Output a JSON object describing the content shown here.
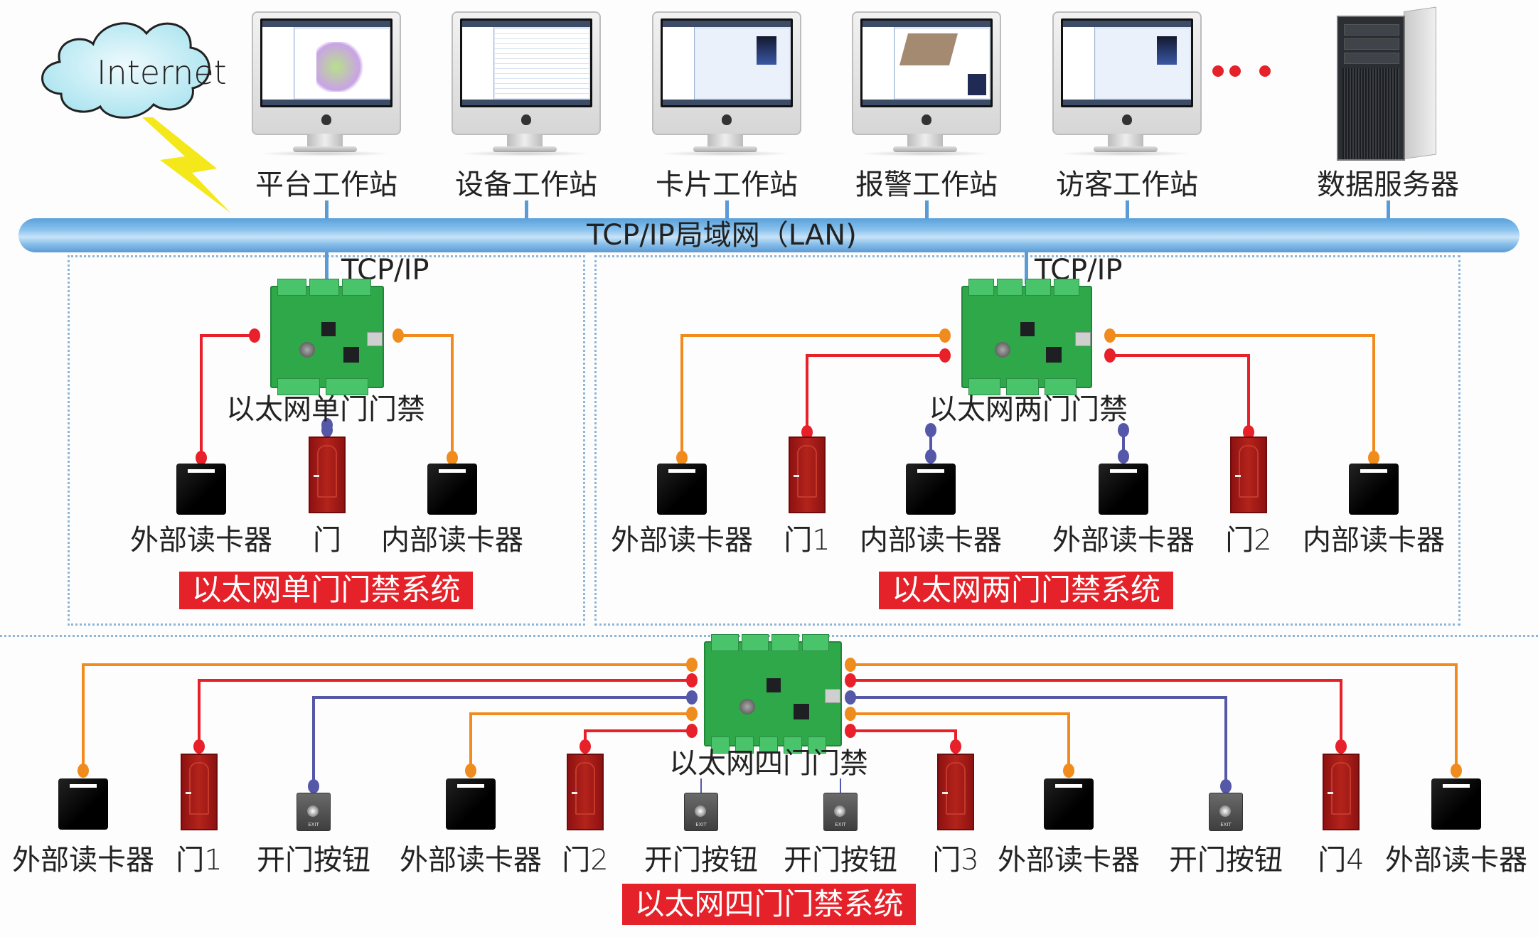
{
  "cloud": {
    "label": "Internet"
  },
  "workstations": [
    {
      "label": "平台工作站",
      "screen": "map"
    },
    {
      "label": "设备工作站",
      "screen": "table"
    },
    {
      "label": "卡片工作站",
      "screen": "card"
    },
    {
      "label": "报警工作站",
      "screen": "alarm"
    },
    {
      "label": "访客工作站",
      "screen": "card"
    }
  ],
  "more_indicator": "•• •",
  "server": {
    "label": "数据服务器"
  },
  "lan": {
    "label": "TCP/IP局域网（LAN)"
  },
  "colors": {
    "wire_red": "#e8202a",
    "wire_orange": "#f08c1e",
    "wire_blue": "#5558a8",
    "banner_red": "#e52129",
    "lan_blue": "#7fb7e6"
  },
  "single_door": {
    "link_label": "TCP/IP",
    "controller_label": "以太网单门门禁",
    "devices": [
      {
        "type": "reader",
        "label": "外部读卡器",
        "wire": "red"
      },
      {
        "type": "door",
        "label": "门",
        "wire": "blue"
      },
      {
        "type": "reader",
        "label": "内部读卡器",
        "wire": "orange"
      }
    ],
    "title": "以太网单门门禁系统"
  },
  "two_door": {
    "link_label": "TCP/IP",
    "controller_label": "以太网两门门禁",
    "devices": [
      {
        "type": "reader",
        "label": "外部读卡器",
        "wire": "orange"
      },
      {
        "type": "door",
        "label": "门1",
        "wire": "red"
      },
      {
        "type": "reader",
        "label": "内部读卡器",
        "wire": "blue"
      },
      {
        "type": "reader",
        "label": "外部读卡器",
        "wire": "blue"
      },
      {
        "type": "door",
        "label": "门2",
        "wire": "red"
      },
      {
        "type": "reader",
        "label": "内部读卡器",
        "wire": "orange"
      }
    ],
    "title": "以太网两门门禁系统"
  },
  "four_door": {
    "controller_label": "以太网四门门禁",
    "devices": [
      {
        "type": "reader",
        "label": "外部读卡器",
        "wire": "orange"
      },
      {
        "type": "door",
        "label": "门1",
        "wire": "red"
      },
      {
        "type": "button",
        "label": "开门按钮",
        "wire": "blue"
      },
      {
        "type": "reader",
        "label": "外部读卡器",
        "wire": "orange"
      },
      {
        "type": "door",
        "label": "门2",
        "wire": "red"
      },
      {
        "type": "button",
        "label": "开门按钮",
        "wire": "blue"
      },
      {
        "type": "button",
        "label": "开门按钮",
        "wire": "blue"
      },
      {
        "type": "door",
        "label": "门3",
        "wire": "red"
      },
      {
        "type": "reader",
        "label": "外部读卡器",
        "wire": "orange"
      },
      {
        "type": "button",
        "label": "开门按钮",
        "wire": "blue"
      },
      {
        "type": "door",
        "label": "门4",
        "wire": "red"
      },
      {
        "type": "reader",
        "label": "外部读卡器",
        "wire": "orange"
      }
    ],
    "title": "以太网四门门禁系统"
  }
}
